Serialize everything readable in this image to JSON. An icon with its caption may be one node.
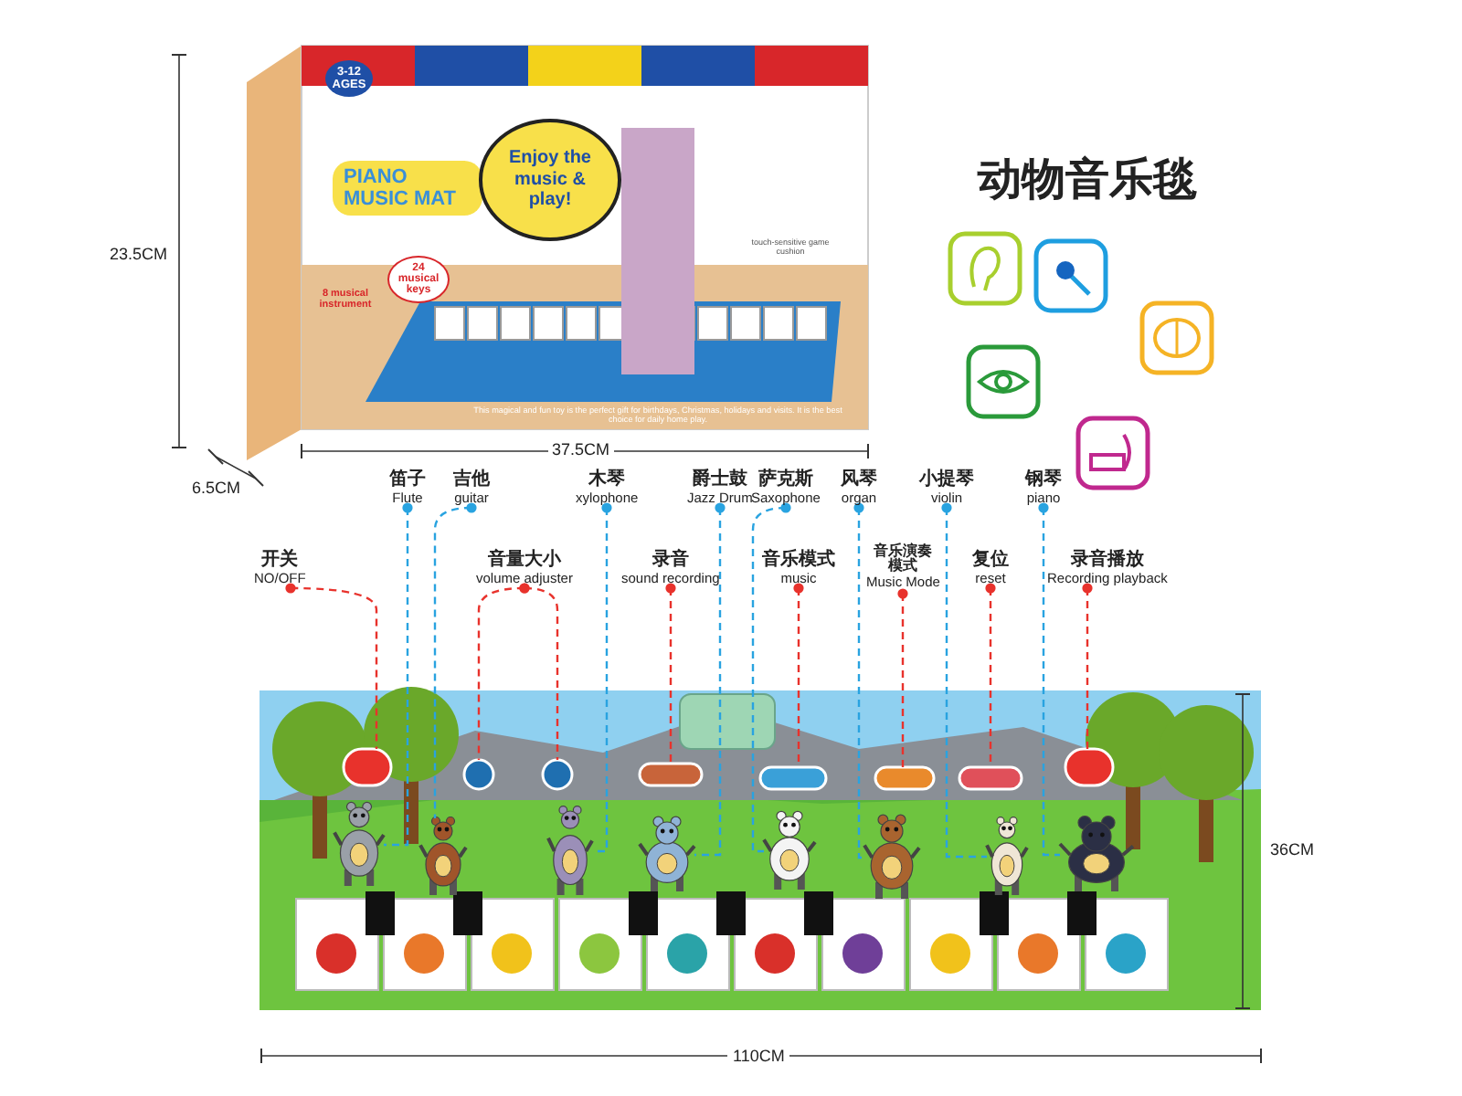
{
  "diagram": {
    "title": "动物音乐毯",
    "nodes": [
      {
        "text": [
          "笛子",
          "Flute"
        ]
      },
      {
        "text": [
          "吉他",
          "guitar"
        ]
      },
      {
        "text": [
          "木琴",
          "xylophone"
        ]
      },
      {
        "text": [
          "爵士鼓",
          "Jazz Drum"
        ]
      },
      {
        "text": [
          "萨克斯",
          "Saxophone"
        ]
      },
      {
        "text": [
          "风琴",
          "organ"
        ]
      },
      {
        "text": [
          "小提琴",
          "violin"
        ]
      },
      {
        "text": [
          "钢琴",
          "piano"
        ]
      },
      {
        "text": [
          "开关",
          "NO/OFF"
        ]
      },
      {
        "text": [
          "音量大小",
          "volume adjuster"
        ]
      },
      {
        "text": [
          "录音",
          "sound recording"
        ]
      },
      {
        "text": [
          "音乐模式",
          "music"
        ]
      },
      {
        "text": [
          "音乐演奏模式",
          "Music Mode"
        ]
      },
      {
        "text": [
          "复位",
          "reset"
        ]
      },
      {
        "text": [
          "录音播放",
          "Recording playback"
        ]
      },
      {
        "text": [],
        "shape": "button"
      },
      {
        "text": [],
        "shape": "button"
      },
      {
        "text": [],
        "shape": "button"
      },
      {
        "text": [],
        "shape": "button"
      },
      {
        "text": [],
        "shape": "button"
      },
      {
        "text": [],
        "shape": "button"
      },
      {
        "text": [],
        "shape": "button"
      },
      {
        "text": [],
        "shape": "button"
      },
      {
        "text": [],
        "shape": "picture"
      },
      {
        "text": [],
        "shape": "picture"
      },
      {
        "text": [],
        "shape": "picture"
      },
      {
        "text": [],
        "shape": "picture"
      },
      {
        "text": [],
        "shape": "picture"
      },
      {
        "text": [],
        "shape": "picture"
      },
      {
        "text": [],
        "shape": "picture"
      },
      {
        "text": [],
        "shape": "picture"
      }
    ],
    "edges": [
      {
        "from": 0,
        "to": 23,
        "arrow": "other",
        "style": "dashed",
        "color": "#29a3e0"
      },
      {
        "from": 1,
        "to": 24,
        "arrow": "other",
        "style": "dashed",
        "color": "#29a3e0"
      },
      {
        "from": 2,
        "to": 25,
        "arrow": "other",
        "style": "dashed",
        "color": "#29a3e0"
      },
      {
        "from": 3,
        "to": 26,
        "arrow": "other",
        "style": "dashed",
        "color": "#29a3e0"
      },
      {
        "from": 4,
        "to": 27,
        "arrow": "other",
        "style": "dashed",
        "color": "#29a3e0"
      },
      {
        "from": 5,
        "to": 28,
        "arrow": "other",
        "style": "dashed",
        "color": "#29a3e0"
      },
      {
        "from": 6,
        "to": 29,
        "arrow": "other",
        "style": "dashed",
        "color": "#29a3e0"
      },
      {
        "from": 7,
        "to": 30,
        "arrow": "other",
        "style": "dashed",
        "color": "#29a3e0"
      },
      {
        "from": 8,
        "to": 15,
        "arrow": "other",
        "style": "dashed",
        "color": "#e8322c"
      },
      {
        "from": 9,
        "to": 16,
        "arrow": "other",
        "style": "dashed",
        "color": "#e8322c"
      },
      {
        "from": 9,
        "to": 17,
        "arrow": "other",
        "style": "dashed",
        "color": "#e8322c"
      },
      {
        "from": 10,
        "to": 18,
        "arrow": "other",
        "style": "dashed",
        "color": "#e8322c"
      },
      {
        "from": 11,
        "to": 19,
        "arrow": "other",
        "style": "dashed",
        "color": "#e8322c"
      },
      {
        "from": 12,
        "to": 20,
        "arrow": "other",
        "style": "dashed",
        "color": "#e8322c"
      },
      {
        "from": 13,
        "to": 21,
        "arrow": "other",
        "style": "dashed",
        "color": "#e8322c"
      },
      {
        "from": 14,
        "to": 22,
        "arrow": "other",
        "style": "dashed",
        "color": "#e8322c"
      }
    ],
    "labels": [
      "3-12 AGES",
      "PIANO MUSIC MAT",
      "Enjoy the music & play!",
      "touch-sensitive game cushion",
      "24 musical keys",
      "8 musical instrument",
      "This magical and fun toy is the perfect gift for birthdays, Christmas, holidays and visits. It is the best choice for daily home play.",
      "23.5CM",
      "37.5CM",
      "6.5CM",
      "36CM",
      "110CM"
    ]
  }
}
